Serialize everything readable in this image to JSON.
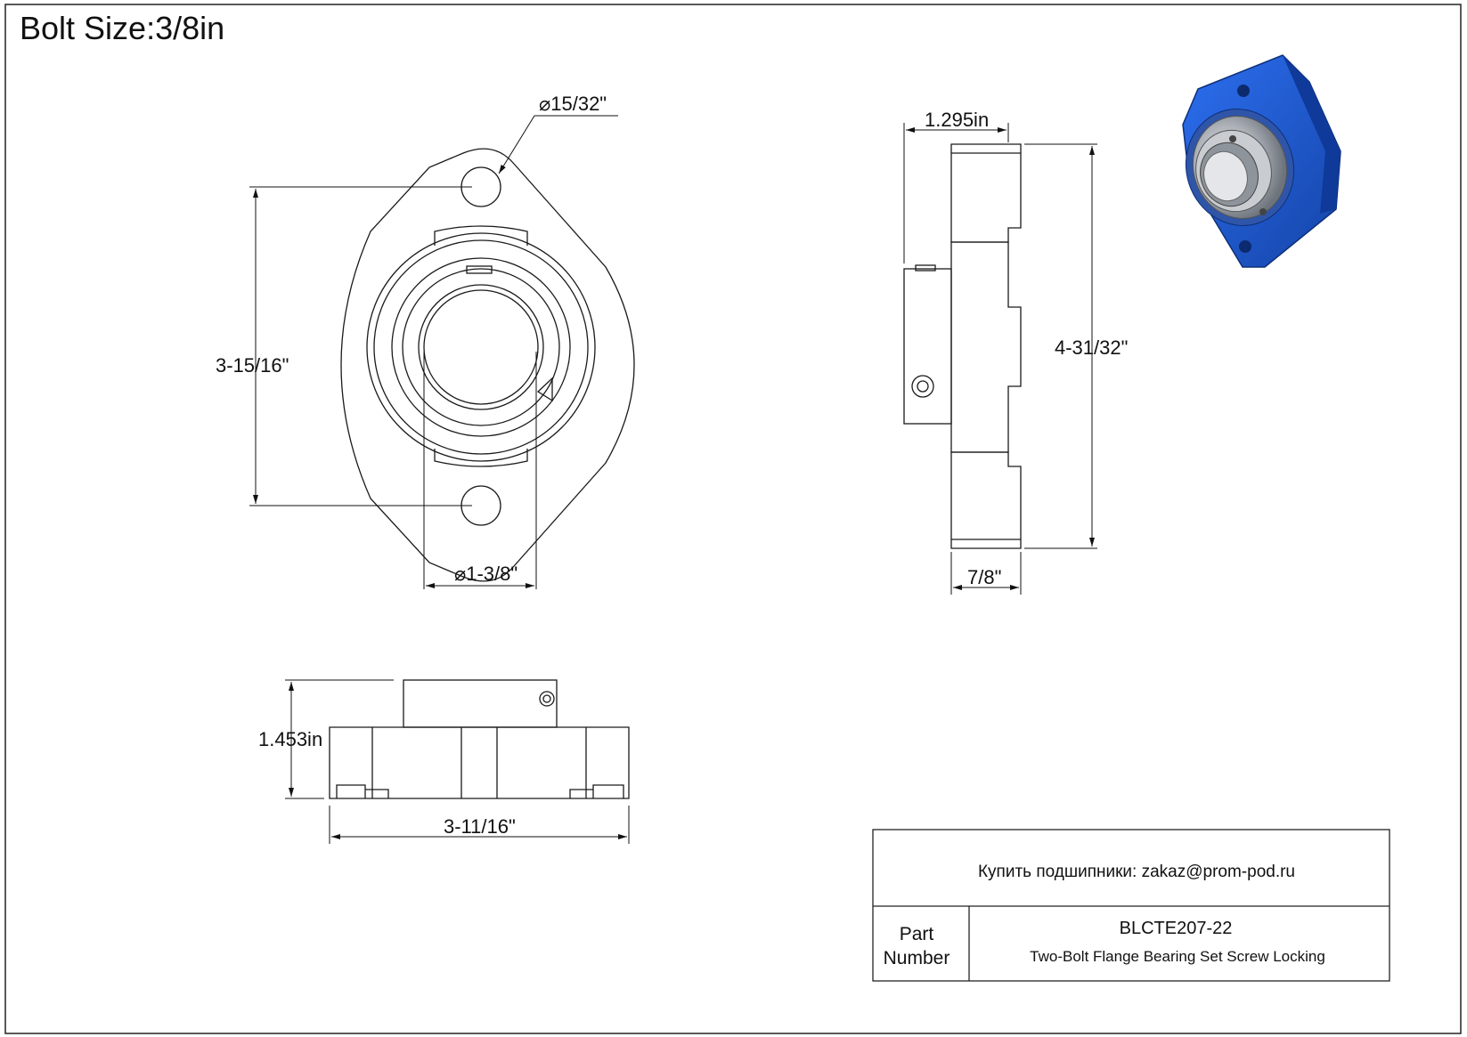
{
  "title": "Bolt Size:3/8in",
  "dimensions": {
    "bolt_hole_dia": "15/32\"",
    "bolt_spacing": "3-15/16\"",
    "bore_dia": "1-3/8\"",
    "side_depth": "1.295in",
    "side_height": "4-31/32\"",
    "flange_thickness": "7/8\"",
    "bottom_height": "1.453in",
    "overall_width": "3-11/16\""
  },
  "diameter_symbol": "⌀",
  "title_block": {
    "purchase_text": "Купить подшипники: zakaz@prom-pod.ru",
    "part_label_line1": "Part",
    "part_label_line2": "Number",
    "part_number": "BLCTE207-22",
    "description": "Two-Bolt Flange Bearing Set Screw Locking"
  },
  "colors": {
    "housing": "#1f5fd6",
    "housing_dark": "#123c94",
    "bearing_metal": "#b8bcc2",
    "line": "#1a1a1a"
  }
}
